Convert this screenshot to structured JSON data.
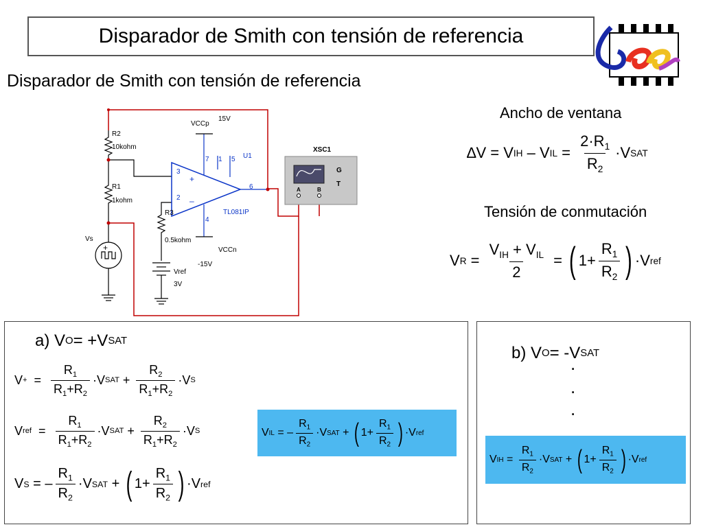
{
  "header": {
    "title": "Disparador de Smith con tensión de referencia"
  },
  "subtitle": "Disparador de Smith con tensión de referencia",
  "right": {
    "ancho_label": "Ancho de ventana",
    "conmutacion_label": "Tensión de conmutación",
    "eq_delta_v": "∆V = V",
    "sub_ih": "IH",
    "sub_il": "IL",
    "two_r1": "2·R",
    "r2": "R",
    "one": "1",
    "two": "2",
    "vsat": "V",
    "sub_sat": "SAT",
    "vr": "V",
    "sub_r": "R",
    "sub_ref": "ref",
    "vih_plus_vil": "V",
    "one_plus": "1+"
  },
  "circuit": {
    "r2": "R2",
    "r2_val": "10kohm",
    "r1": "R1",
    "r1_val": "1kohm",
    "r3": "R3",
    "r3_val": "0.5kohm",
    "vs": "Vs",
    "vref": "Vref",
    "vref_val": "3V",
    "vccp": "VCCp",
    "v15": "15V",
    "vccn": "VCCn",
    "vm15": "-15V",
    "u1": "U1",
    "part": "TL081IP",
    "pin7": "7",
    "pin1": "1",
    "pin5": "5",
    "pin3": "3",
    "pin2": "2",
    "pin6": "6",
    "pin4": "4",
    "plus": "+",
    "minus": "–",
    "xsc": "XSC1",
    "g": "G",
    "t": "T",
    "a": "A",
    "b": "B"
  },
  "left_panel": {
    "heading": "a) V",
    "heading_sub": "O",
    "heading_rest": " = +V",
    "heading_sat": "SAT",
    "vplus": "V",
    "sub_plus": "+",
    "vref": "V",
    "sub_ref": "ref",
    "vs": "V",
    "sub_s": "S",
    "r": "R",
    "one": "1",
    "two": "2",
    "sum_plus": "+R",
    "sat": "SAT",
    "vil": "V",
    "sub_il": "IL",
    "one_plus": "1+"
  },
  "right_panel": {
    "heading": "b) V",
    "heading_sub": "O",
    "heading_rest": " = -V",
    "heading_sat": "SAT",
    "dots": ".",
    "vih": "V",
    "sub_ih": "IH"
  }
}
